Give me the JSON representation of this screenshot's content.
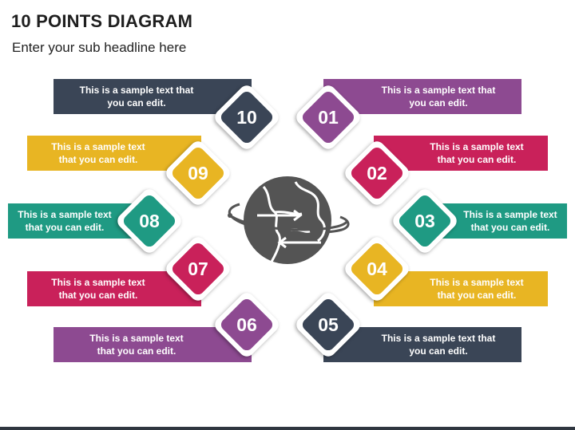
{
  "header": {
    "title": "10 POINTS DIAGRAM",
    "subtitle": "Enter your sub headline here"
  },
  "colors": {
    "navy": "#3a4556",
    "purple": "#8d4a91",
    "magenta": "#c9215a",
    "teal": "#1f9a83",
    "yellow": "#e8b523",
    "globe": "#545454"
  },
  "points": [
    {
      "number": "01",
      "text": "This is a sample text that\nyou can edit.",
      "color": "#8d4a91"
    },
    {
      "number": "02",
      "text": "This is a sample text\nthat you can edit.",
      "color": "#c9215a"
    },
    {
      "number": "03",
      "text": "This is a sample text\nthat you can edit.",
      "color": "#1f9a83"
    },
    {
      "number": "04",
      "text": "This is a sample text\nthat you can edit.",
      "color": "#e8b523"
    },
    {
      "number": "05",
      "text": "This is a sample text that\nyou can edit.",
      "color": "#3a4556"
    },
    {
      "number": "06",
      "text": "This is a sample text\nthat you can edit.",
      "color": "#8d4a91"
    },
    {
      "number": "07",
      "text": "This is a sample text\nthat you can edit.",
      "color": "#c9215a"
    },
    {
      "number": "08",
      "text": "This is a sample text\nthat you can edit.",
      "color": "#1f9a83"
    },
    {
      "number": "09",
      "text": "This is a sample text\nthat you can edit.",
      "color": "#e8b523"
    },
    {
      "number": "10",
      "text": "This is a sample text that\nyou can edit.",
      "color": "#3a4556"
    }
  ],
  "center_icon": "globe-with-arrows-icon"
}
